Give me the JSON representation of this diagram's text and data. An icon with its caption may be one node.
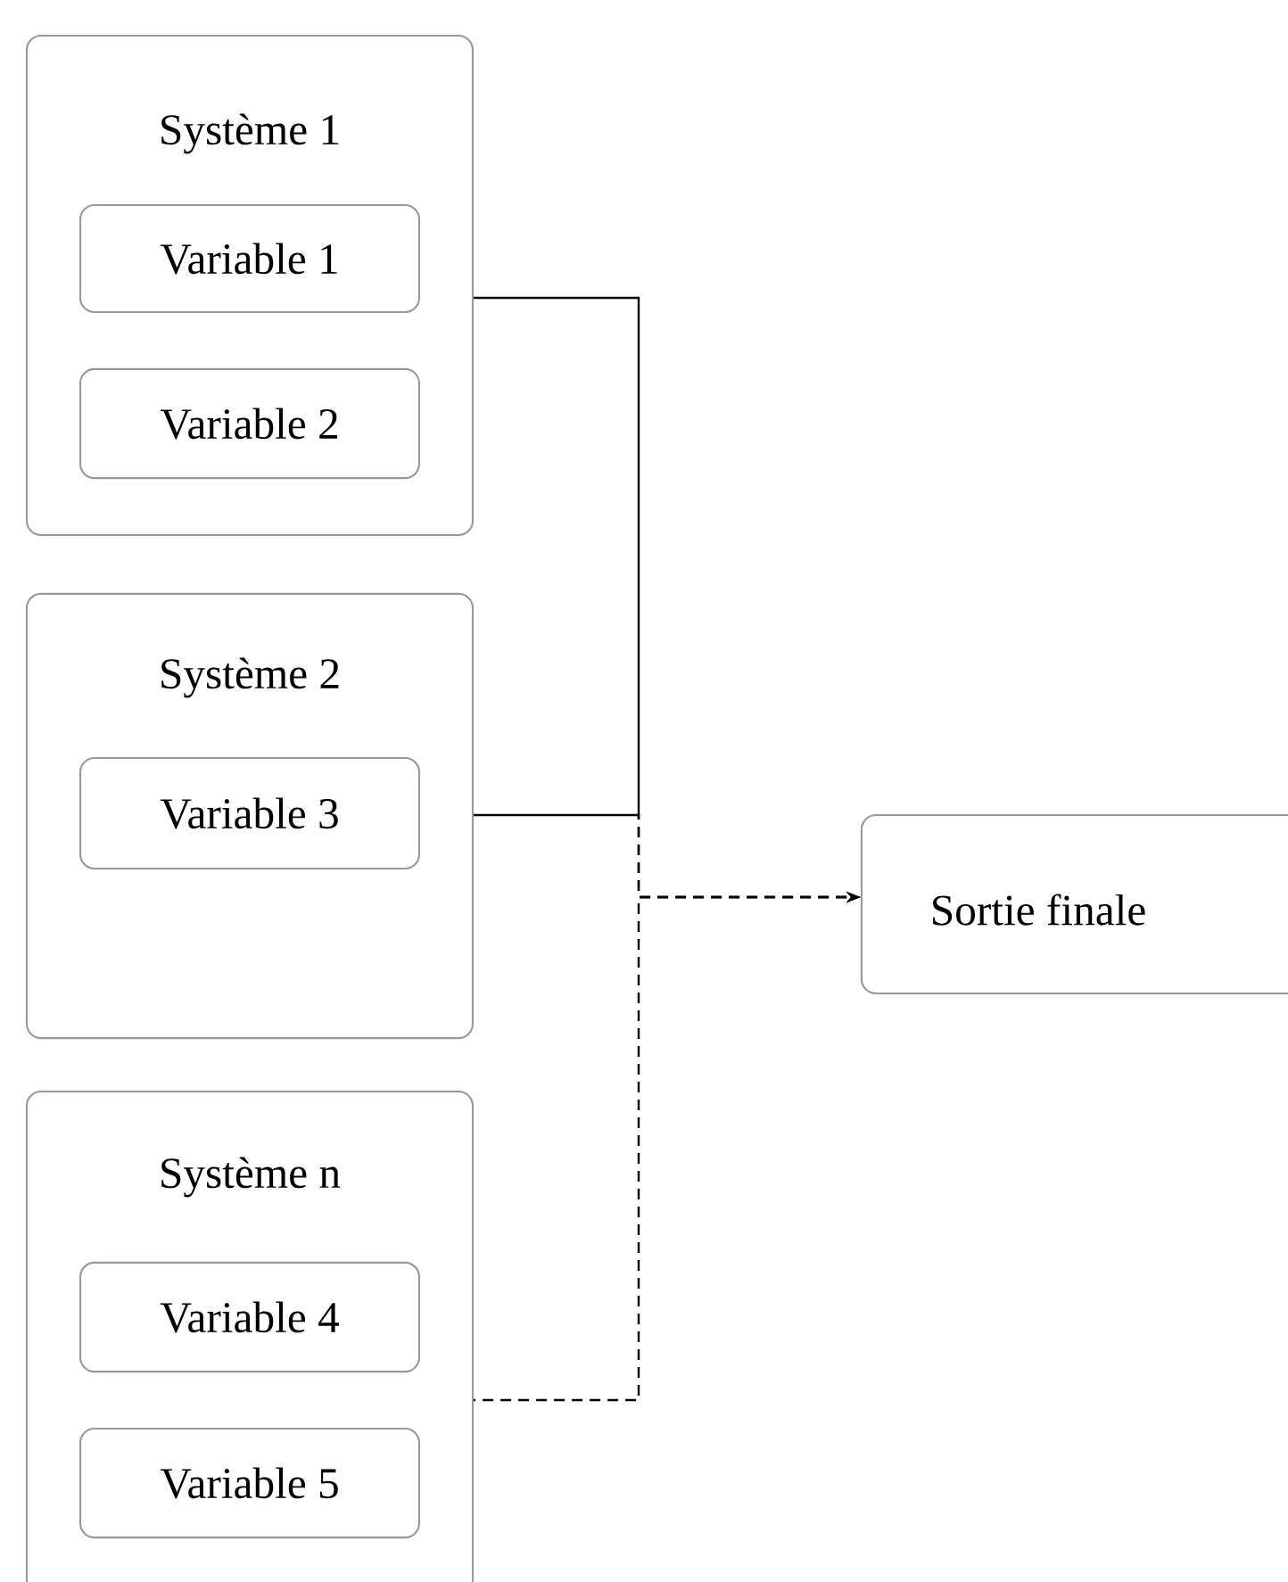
{
  "diagram": {
    "nodes": [
      {
        "text": [
          "Système 1"
        ]
      },
      {
        "text": [
          "Variable 1"
        ],
        "in": 0
      },
      {
        "text": [
          "Variable 2"
        ],
        "in": 0
      },
      {
        "text": [
          "Système 2"
        ]
      },
      {
        "text": [
          "Variable 3"
        ],
        "in": 3
      },
      {
        "text": [
          "Système n"
        ]
      },
      {
        "text": [
          "Variable 4"
        ],
        "in": 5
      },
      {
        "text": [
          "Variable 5"
        ],
        "in": 5
      },
      {
        "text": [
          "Sortie finale"
        ]
      }
    ],
    "edges": [
      {
        "from": 0,
        "to": 8,
        "arrow": "to"
      },
      {
        "from": 3,
        "to": 8,
        "arrow": "to"
      },
      {
        "from": 5,
        "to": 8,
        "arrow": "to",
        "style": "dashed"
      }
    ]
  }
}
